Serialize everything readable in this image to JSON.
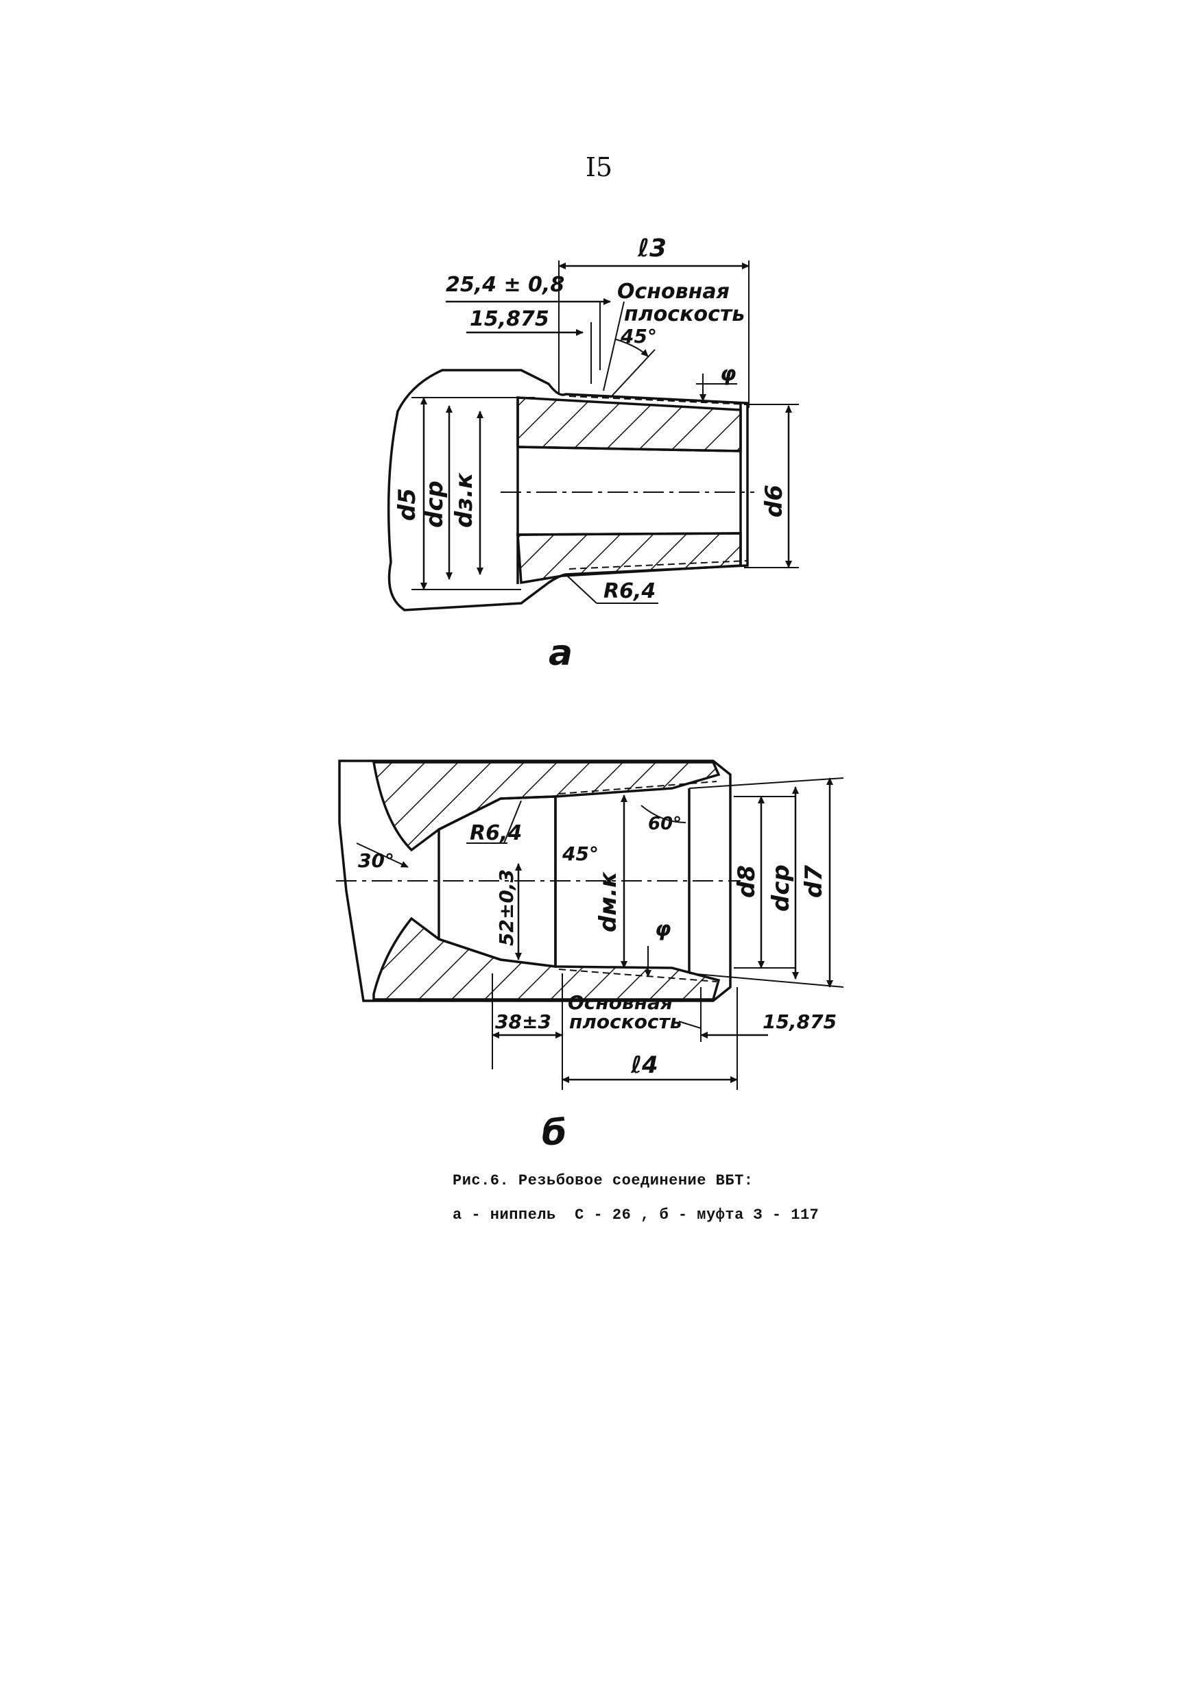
{
  "page": {
    "number": "I5"
  },
  "figure_a": {
    "label": "а",
    "dimensions": {
      "l3": "ℓ3",
      "len_25": "25,4 ± 0,8",
      "len_15": "15,875",
      "angle_45": "45°",
      "phi": "φ",
      "radius": "R6,4",
      "d5": "d5",
      "dcp": "dcp",
      "dzk": "dз.к",
      "d6": "d6"
    },
    "base_plane_line1": "Основная",
    "base_plane_line2": "плоскость"
  },
  "figure_b": {
    "label": "б",
    "dimensions": {
      "angle_30": "30°",
      "radius": "R6,4",
      "angle_45": "45°",
      "angle_60": "60°",
      "dim_52": "52±0,3",
      "dmk": "dм.к",
      "phi": "φ",
      "d8": "d8",
      "dcp": "dcp",
      "d7": "d7",
      "len_38": "38±3",
      "len_15": "15,875",
      "l4": "ℓ4"
    },
    "base_plane_line1": "Основная",
    "base_plane_line2": "плоскость"
  },
  "caption": {
    "line1": "Рис.6. Резьбовое соединение ВБТ:",
    "line2": "а - ниппель  С - 26 , б - муфта З - 117"
  }
}
